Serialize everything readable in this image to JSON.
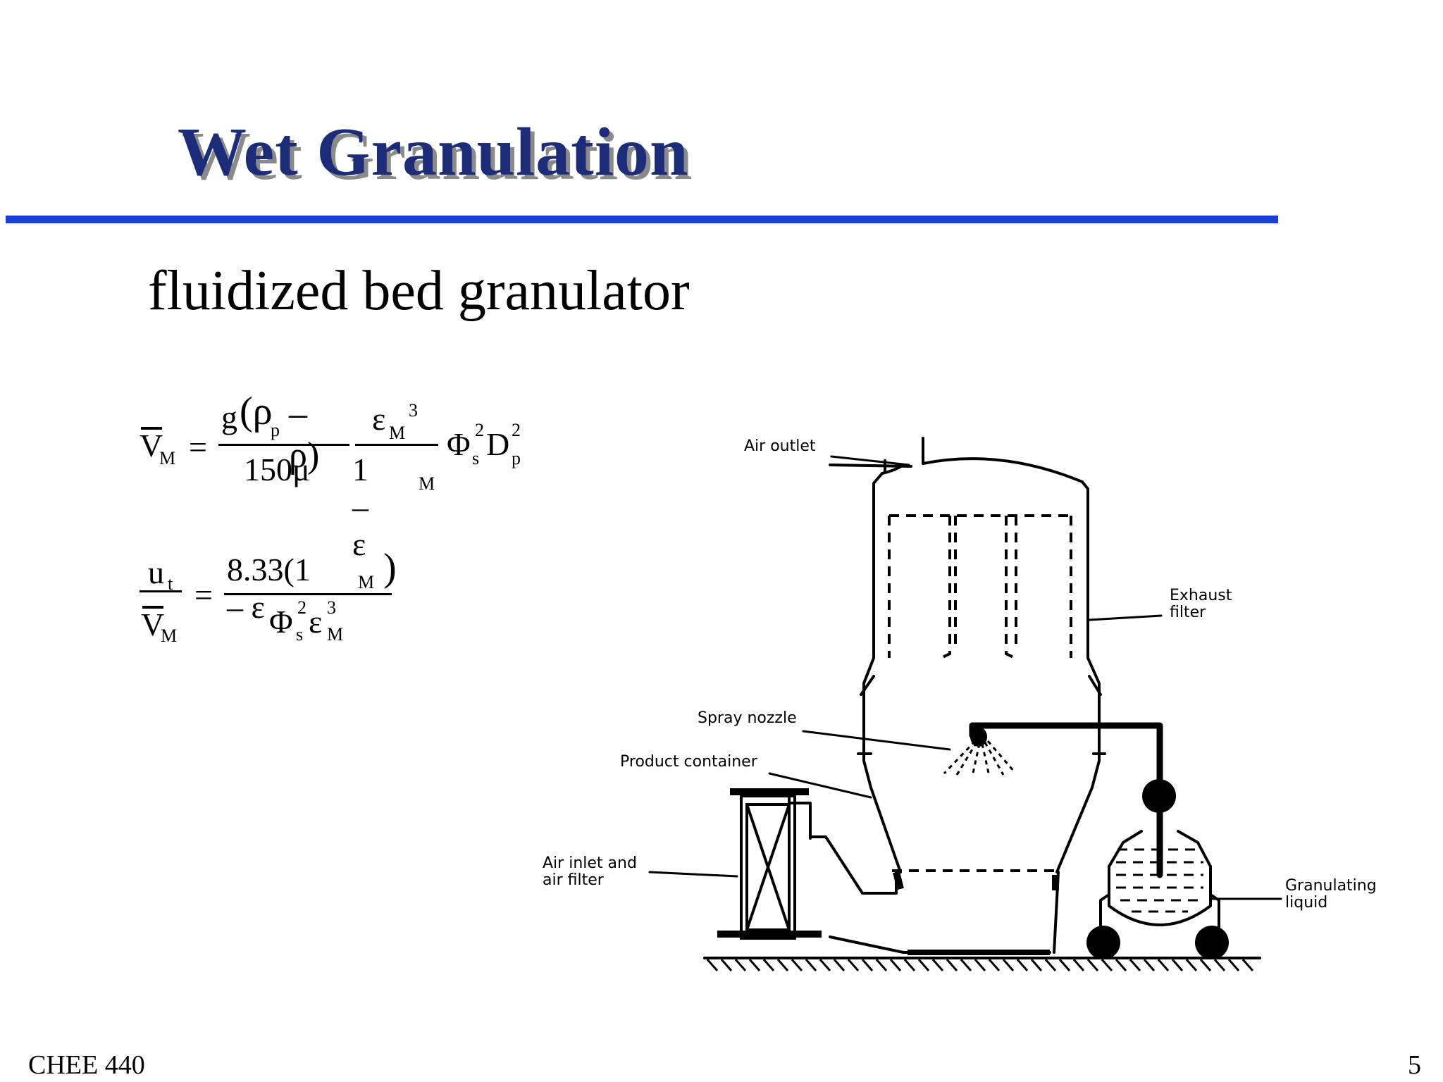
{
  "slide": {
    "title": "Wet Granulation",
    "subtitle": "fluidized bed granulator",
    "course": "CHEE 440",
    "page_number": "5"
  },
  "equations": {
    "eq1": {
      "lhs": "V",
      "lhs_sub": "M",
      "equals": "=",
      "num1_g": "g",
      "num1_paren": "(ρ",
      "num1_sub": "p",
      "num1_rest": "– ρ)",
      "den1": "150μ",
      "num2": "ε",
      "num2_sub": "M",
      "num2_sup": "3",
      "den2": "1 – ε",
      "den2_sub": "M",
      "phi": "Φ",
      "phi_sup": "2",
      "phi_sub": "s",
      "d": "D",
      "d_sup": "2",
      "d_sub": "p"
    },
    "eq2": {
      "lhs_num": "u",
      "lhs_num_sub": "t",
      "lhs_den": "V",
      "lhs_den_sub": "M",
      "equals": "=",
      "num": "8.33(1 – ε",
      "num_sub": "M",
      "num_close": ")",
      "den_phi": "Φ",
      "den_phi_sup": "2",
      "den_phi_sub": "s",
      "den_eps": "ε",
      "den_eps_sup": "3",
      "den_eps_sub": "M"
    }
  },
  "diagram": {
    "labels": {
      "air_outlet": "Air outlet",
      "exhaust_filter_1": "Exhaust",
      "exhaust_filter_2": "filter",
      "spray_nozzle": "Spray nozzle",
      "product_container": "Product container",
      "air_inlet_1": "Air inlet and",
      "air_inlet_2": "air filter",
      "granulating_1": "Granulating",
      "granulating_2": "liquid"
    }
  },
  "colors": {
    "title": "#1c2c78",
    "title_shadow": "#8a8a8a",
    "rule": "#1a3fd6"
  }
}
